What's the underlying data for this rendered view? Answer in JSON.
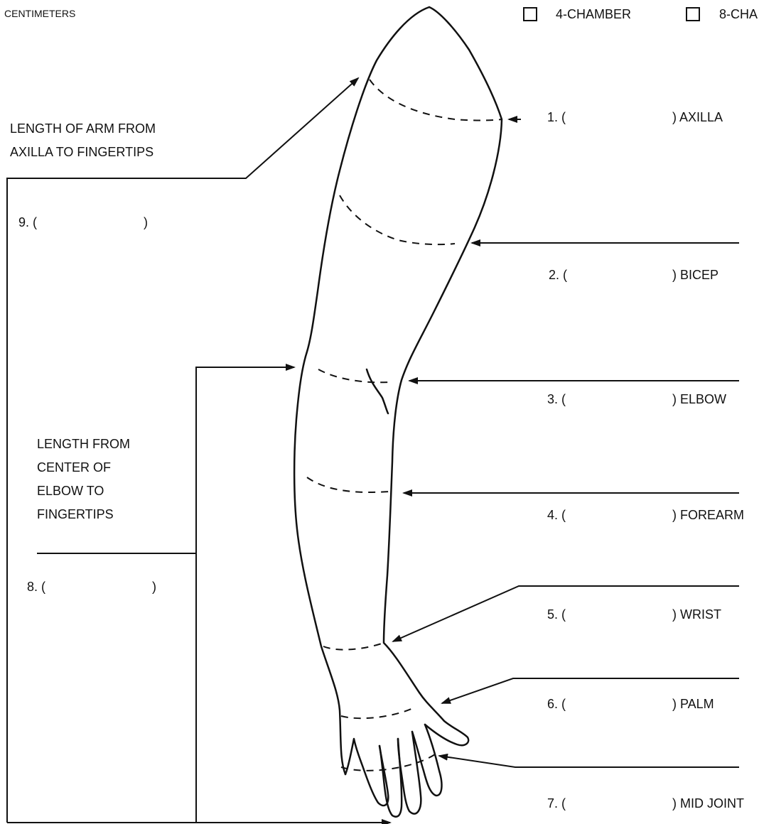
{
  "header": {
    "units_label": "CENTIMETERS",
    "option_4": "4-CHAMBER",
    "option_8": "8-CHA"
  },
  "left_labels": {
    "arm_length_line1": "LENGTH OF ARM FROM",
    "arm_length_line2": "AXILLA TO FINGERTIPS",
    "elbow_length_line1": "LENGTH FROM",
    "elbow_length_line2": "CENTER OF",
    "elbow_length_line3": "ELBOW TO",
    "elbow_length_line4": "FINGERTIPS"
  },
  "measurements": [
    {
      "num": "1. (",
      "close": ") AXILLA"
    },
    {
      "num": "2. (",
      "close": ") BICEP"
    },
    {
      "num": "3. (",
      "close": ") ELBOW"
    },
    {
      "num": "4. (",
      "close": ") FOREARM"
    },
    {
      "num": "5. (",
      "close": ") WRIST"
    },
    {
      "num": "6. (",
      "close": ") PALM"
    },
    {
      "num": "7. (",
      "close": ") MID JOINT"
    },
    {
      "num": "8. (",
      "close": ")"
    },
    {
      "num": "9. (",
      "close": ")"
    }
  ]
}
